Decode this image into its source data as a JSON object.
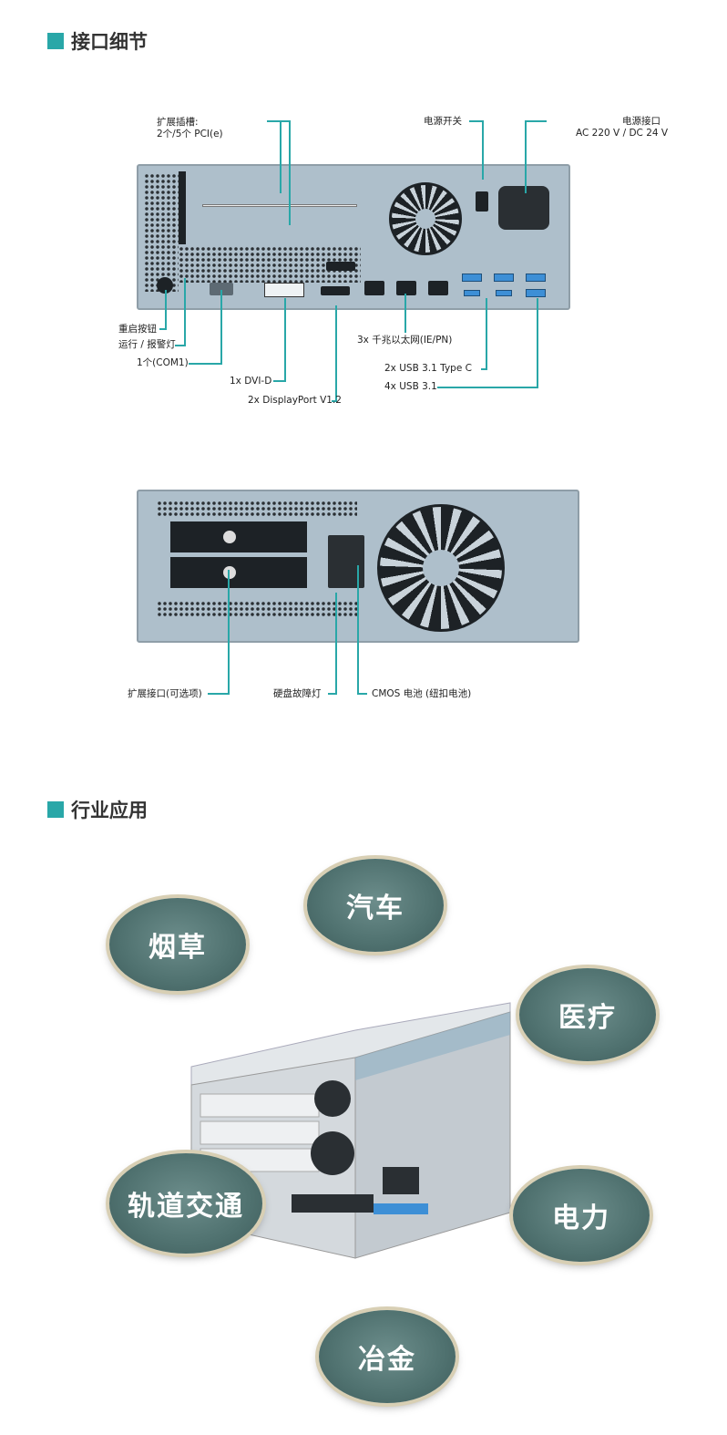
{
  "sections": [
    {
      "title": "接口细节"
    },
    {
      "title": "行业应用"
    }
  ],
  "front_labels": {
    "pci": "扩展插槽:",
    "pci_count": "2个/5个 PCI(e)",
    "power_switch": "电源开关",
    "power_port": "电源接口",
    "power_spec": "AC 220 V / DC 24 V",
    "reset": "重启按钮",
    "run_alarm": "运行 / 报警灯",
    "com": "1个(COM1)",
    "dvi": "1x DVI-D",
    "dp": "2x DisplayPort V1.2",
    "ethernet": "3x 千兆以太网(IE/PN)",
    "usb_c": "2x USB 3.1 Type C",
    "usb": "4x USB 3.1"
  },
  "rear_labels": {
    "expansion": "扩展接口(可选项)",
    "hdd_led": "硬盘故障灯",
    "cmos": "CMOS 电池 (纽扣电池)"
  },
  "industries": [
    "烟草",
    "汽车",
    "医疗",
    "轨道交通",
    "电力",
    "冶金"
  ],
  "colors": {
    "accent": "#29a7a8",
    "bubble": "#4f716f",
    "chassis": "#aebfcb"
  }
}
